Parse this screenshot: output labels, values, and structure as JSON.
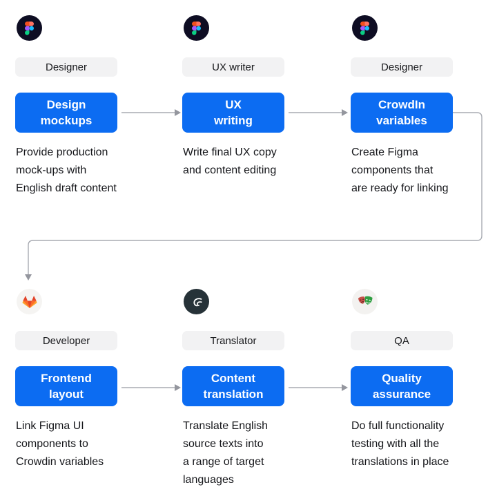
{
  "colors": {
    "accent_blue": "#0c6cf2",
    "button_text": "#ffffff",
    "role_bg": "#f2f2f3",
    "text": "#15161a",
    "connector": "#a8abb2",
    "figma_circle": "#0e0d23",
    "gitlab_circle": "#f5f4f2",
    "crowdin_circle": "#263238",
    "qa_circle": "#f3f2f0"
  },
  "steps": [
    {
      "icon": "figma-icon",
      "role": "Designer",
      "label": "Design mockups",
      "label_lines": [
        "Design",
        "mockups"
      ],
      "description": "Provide production mock-ups with English draft content",
      "desc_lines": [
        "Provide production",
        "mock-ups with",
        "English draft content"
      ]
    },
    {
      "icon": "figma-icon",
      "role": "UX writer",
      "label": "UX writing",
      "label_lines": [
        "UX",
        "writing"
      ],
      "description": "Write final UX copy and content editing",
      "desc_lines": [
        "Write final UX copy",
        "and content editing"
      ]
    },
    {
      "icon": "figma-icon",
      "role": "Designer",
      "label": "CrowdIn variables",
      "label_lines": [
        "CrowdIn",
        "variables"
      ],
      "description": "Create Figma components that are ready for linking",
      "desc_lines": [
        "Create Figma",
        "components that",
        "are ready for linking"
      ]
    },
    {
      "icon": "gitlab-icon",
      "role": "Developer",
      "label": "Frontend layout",
      "label_lines": [
        "Frontend",
        "layout"
      ],
      "description": "Link Figma UI components to Crowdin variables",
      "desc_lines": [
        "Link Figma UI",
        "components to",
        "Crowdin variables"
      ]
    },
    {
      "icon": "crowdin-icon",
      "role": "Translator",
      "label": "Content translation",
      "label_lines": [
        "Content",
        "translation"
      ],
      "description": "Translate English source texts into a range of target languages",
      "desc_lines": [
        "Translate English",
        "source texts into",
        "a range of target",
        "languages"
      ]
    },
    {
      "icon": "qa-masks-icon",
      "role": "QA",
      "label": "Quality assurance",
      "label_lines": [
        "Quality",
        "assurance"
      ],
      "description": "Do full functionality testing with all the translations in place",
      "desc_lines": [
        "Do full functionality",
        "testing with all the",
        "translations in place"
      ]
    }
  ]
}
